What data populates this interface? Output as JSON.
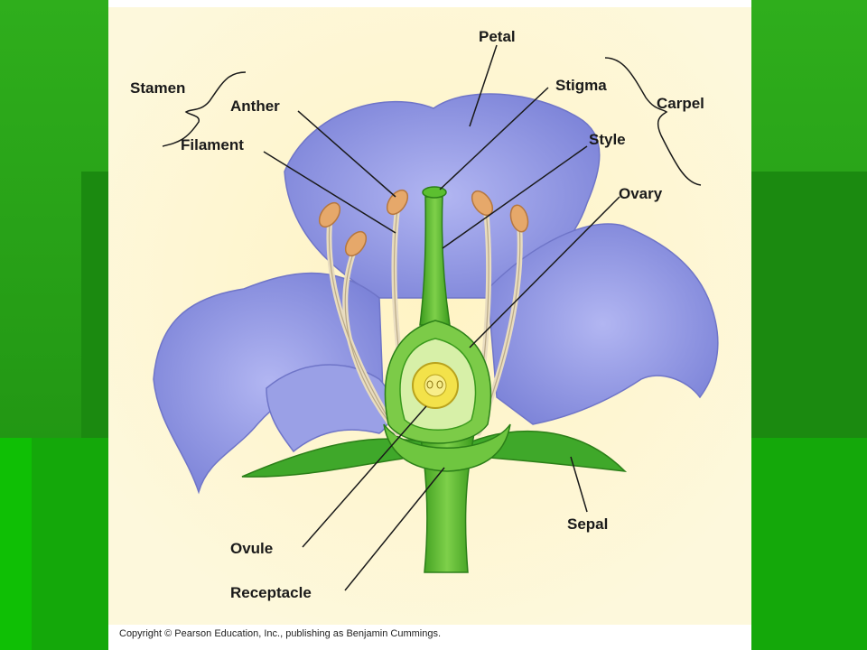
{
  "labels": {
    "petal": "Petal",
    "stamen": "Stamen",
    "anther": "Anther",
    "filament": "Filament",
    "stigma": "Stigma",
    "carpel": "Carpel",
    "style": "Style",
    "ovary": "Ovary",
    "ovule": "Ovule",
    "sepal": "Sepal",
    "receptacle": "Receptacle"
  },
  "copyright": "Copyright © Pearson Education, Inc., publishing as Benjamin Cummings.",
  "colors": {
    "background_green": "#1f8f12",
    "panel_cream": "#fdf6d2",
    "petal_purple": "#8f95e0",
    "stem_green": "#4fb82a",
    "anther_orange": "#e6a86a",
    "ovule_yellow": "#f3e24a"
  }
}
